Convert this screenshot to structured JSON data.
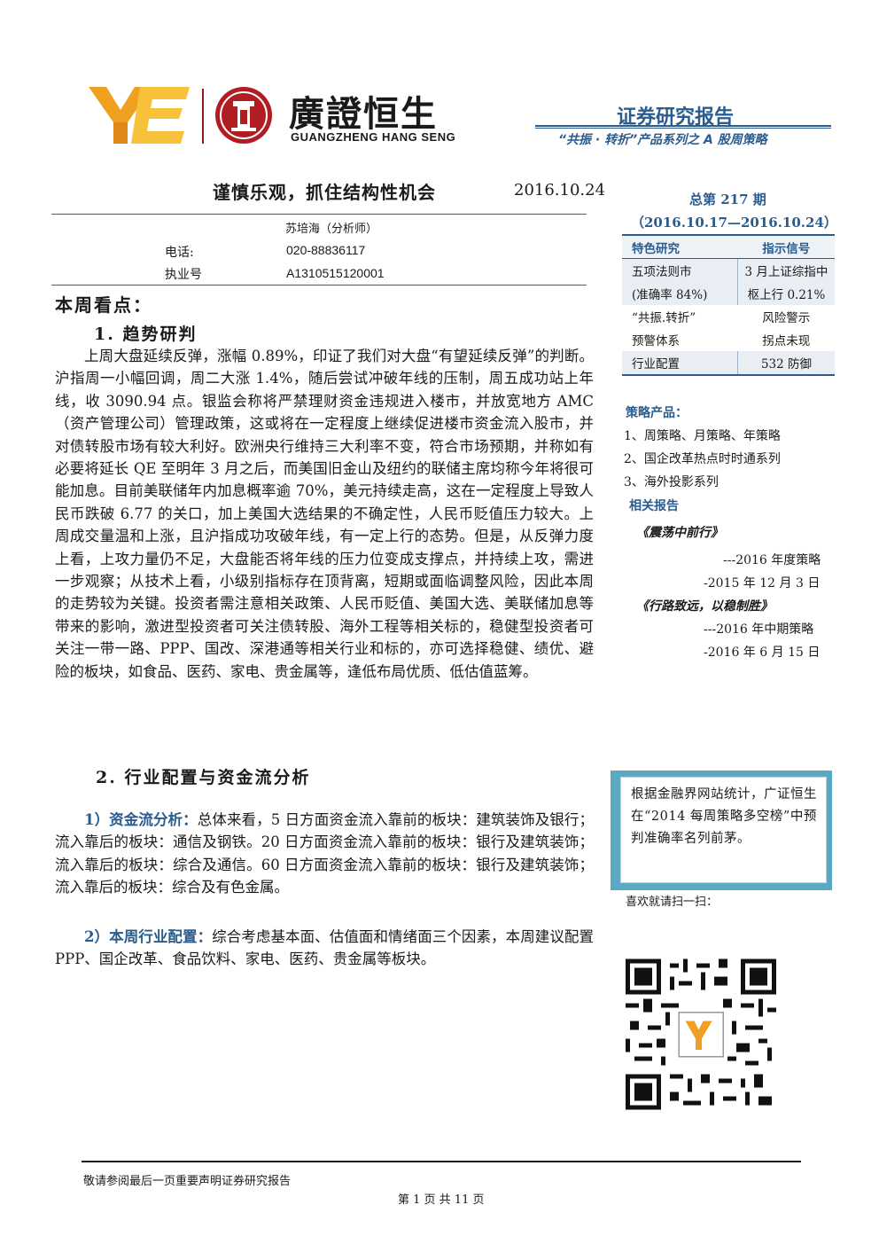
{
  "header": {
    "brand_cn": "廣證恒生",
    "brand_en": "GUANGZHENG HANG SENG",
    "report_type": "证券研究报告",
    "series_name": "“共振 · 转折”产品系列之 A 股周策略"
  },
  "title": {
    "text": "谨慎乐观，抓住结构性机会",
    "date": "2016.10.24"
  },
  "analyst": {
    "name": "苏培海（分析师）",
    "phone_label": "电话:",
    "phone": "020-88836117",
    "license_label": "执业号",
    "license": "A1310515120001"
  },
  "sidebar": {
    "issue_no": "总第 217 期",
    "issue_range": "（2016.10.17—2016.10.24）",
    "table": {
      "headers": [
        "特色研究",
        "指示信号"
      ],
      "rows": [
        {
          "left": "五项法则市",
          "right": "3 月上证综指中"
        },
        {
          "left": "(准确率 84%)",
          "right": "枢上行 0.21%"
        },
        {
          "left": "“共振.转折”",
          "right": "风险警示"
        },
        {
          "left": "预警体系",
          "right": "拐点未现"
        },
        {
          "left": "行业配置",
          "right": "532 防御"
        }
      ]
    },
    "strategy_head": "策略产品：",
    "strategy_items": [
      "1、周策略、月策略、年策略",
      "2、国企改革热点时时通系列",
      "3、海外投影系列"
    ],
    "related_head": "相关报告",
    "related": [
      {
        "title": "《震荡中前行》",
        "sub1": "---2016 年度策略",
        "sub2": "-2015 年 12 月 3 日"
      },
      {
        "title": "《行路致远，以稳制胜》",
        "sub1": "---2016 年中期策略",
        "sub2": "-2016 年 6 月 15 日"
      }
    ],
    "stats_text": "根据金融界网站统计，广证恒生在“2014 每周策略多空榜”中预判准确率名列前茅。",
    "scan_label": "喜欢就请扫一扫："
  },
  "main": {
    "week_head": "本周看点：",
    "sec1_title": "1. 趋势研判",
    "sec1_body": "上周大盘延续反弹，涨幅 0.89%，印证了我们对大盘“有望延续反弹”的判断。沪指周一小幅回调，周二大涨 1.4%，随后尝试冲破年线的压制，周五成功站上年线，收 3090.94 点。银监会称将严禁理财资金违规进入楼市，并放宽地方 AMC（资产管理公司）管理政策，这或将在一定程度上继续促进楼市资金流入股市，并对债转股市场有较大利好。欧洲央行维持三大利率不变，符合市场预期，并称如有必要将延长 QE 至明年 3 月之后，而美国旧金山及纽约的联储主席均称今年将很可能加息。目前美联储年内加息概率逾 70%，美元持续走高，这在一定程度上导致人民币跌破 6.77 的关口，加上美国大选结果的不确定性，人民币贬值压力较大。上周成交量温和上涨，且沪指成功攻破年线，有一定上行的态势。但是，从反弹力度上看，上攻力量仍不足，大盘能否将年线的压力位变成支撑点，并持续上攻，需进一步观察；从技术上看，小级别指标存在顶背离，短期或面临调整风险，因此本周的走势较为关键。投资者需注意相关政策、人民币贬值、美国大选、美联储加息等带来的影响，激进型投资者可关注债转股、海外工程等相关标的，稳健型投资者可关注一带一路、PPP、国改、深港通等相关行业和标的，亦可选择稳健、绩优、避险的板块，如食品、医药、家电、贵金属等，逢低布局优质、低估值蓝筹。",
    "sec2_title": "2. 行业配置与资金流分析",
    "p1_key": "1）资金流分析：",
    "p1_body": "总体来看，5 日方面资金流入靠前的板块：建筑装饰及银行；流入靠后的板块：通信及钢铁。20 日方面资金流入靠前的板块：银行及建筑装饰；流入靠后的板块：综合及通信。60 日方面资金流入靠前的板块：银行及建筑装饰；流入靠后的板块：综合及有色金属。",
    "p2_key": "2）本周行业配置：",
    "p2_body": "综合考虑基本面、估值面和情绪面三个因素，本周建议配置 PPP、国企改革、食品饮料、家电、医药、贵金属等板块。"
  },
  "footer": {
    "note": "敬请参阅最后一页重要声明证券研究报告",
    "page": "第 1 页 共 11 页"
  },
  "colors": {
    "accent": "#2a5c8e",
    "logo_orange": "#f0a020",
    "seal_red": "#b01e23",
    "stats_border": "#59a9c4"
  }
}
